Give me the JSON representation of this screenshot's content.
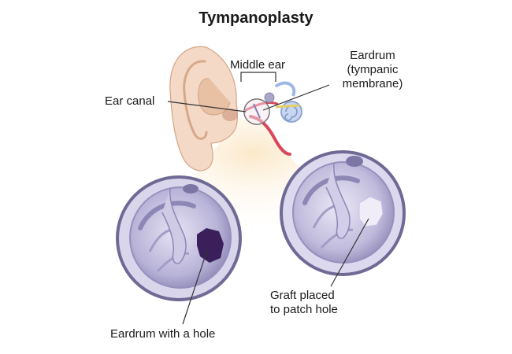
{
  "title": "Tympanoplasty",
  "labels": {
    "middle_ear": "Middle ear",
    "eardrum_line1": "Eardrum",
    "eardrum_line2": "(tympanic",
    "eardrum_line3": "membrane)",
    "ear_canal": "Ear canal",
    "hole_caption": "Eardrum with a hole",
    "graft_line1": "Graft placed",
    "graft_line2": "to patch hole"
  },
  "icons": {
    "ear": "outer-ear-illustration",
    "left_view": "eardrum-with-hole-illustration",
    "right_view": "eardrum-with-graft-illustration"
  },
  "colors": {
    "skin": "#f4d9c6",
    "skin_shadow": "#e2b89c",
    "membrane": "#b6b1d6",
    "membrane_light": "#d9d6ec",
    "rim": "#6f6a95",
    "hole": "#3a1f5a",
    "graft": "#efeaf7",
    "nerve": "#d8475a",
    "inner_ear": "#9fb7e3"
  }
}
